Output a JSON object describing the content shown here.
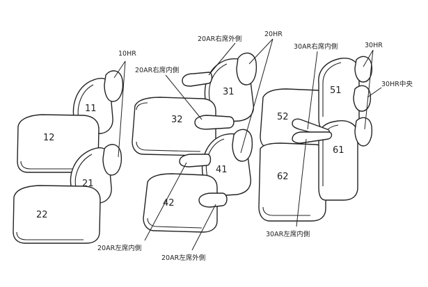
{
  "parts": {
    "p11": "11",
    "p12": "12",
    "p21": "21",
    "p22": "22",
    "p31": "31",
    "p32": "32",
    "p41": "41",
    "p42": "42",
    "p51": "51",
    "p52": "52",
    "p61": "61",
    "p62": "62"
  },
  "callouts": {
    "hr10": "10HR",
    "hr20": "20HR",
    "hr30": "30HR",
    "ar20_right_outer": "20AR右席外側",
    "ar20_right_inner": "20AR右席内側",
    "ar20_left_inner": "20AR左席内側",
    "ar20_left_outer": "20AR左席外側",
    "ar30_right_inner": "30AR右席内側",
    "ar30_left_inner": "30AR左席内側",
    "hr30_center": "30HR中央"
  }
}
